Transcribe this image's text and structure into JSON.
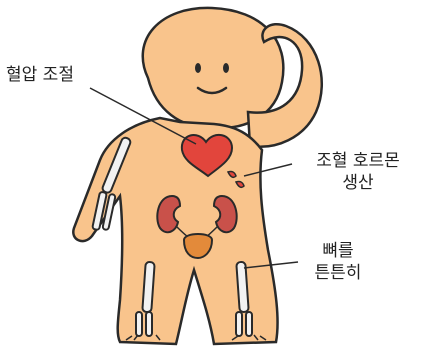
{
  "labels": {
    "blood_pressure": "혈압 조절",
    "hormone_line1": "조혈 호르몬",
    "hormone_line2": "생산",
    "bone_line1": "뼈를",
    "bone_line2": "튼튼히"
  },
  "colors": {
    "skin": "#f9c48c",
    "outline": "#2a2a2a",
    "heart": "#e2453c",
    "kidney": "#c9514a",
    "bladder": "#e38a3a",
    "bone": "#f2f2f2"
  }
}
